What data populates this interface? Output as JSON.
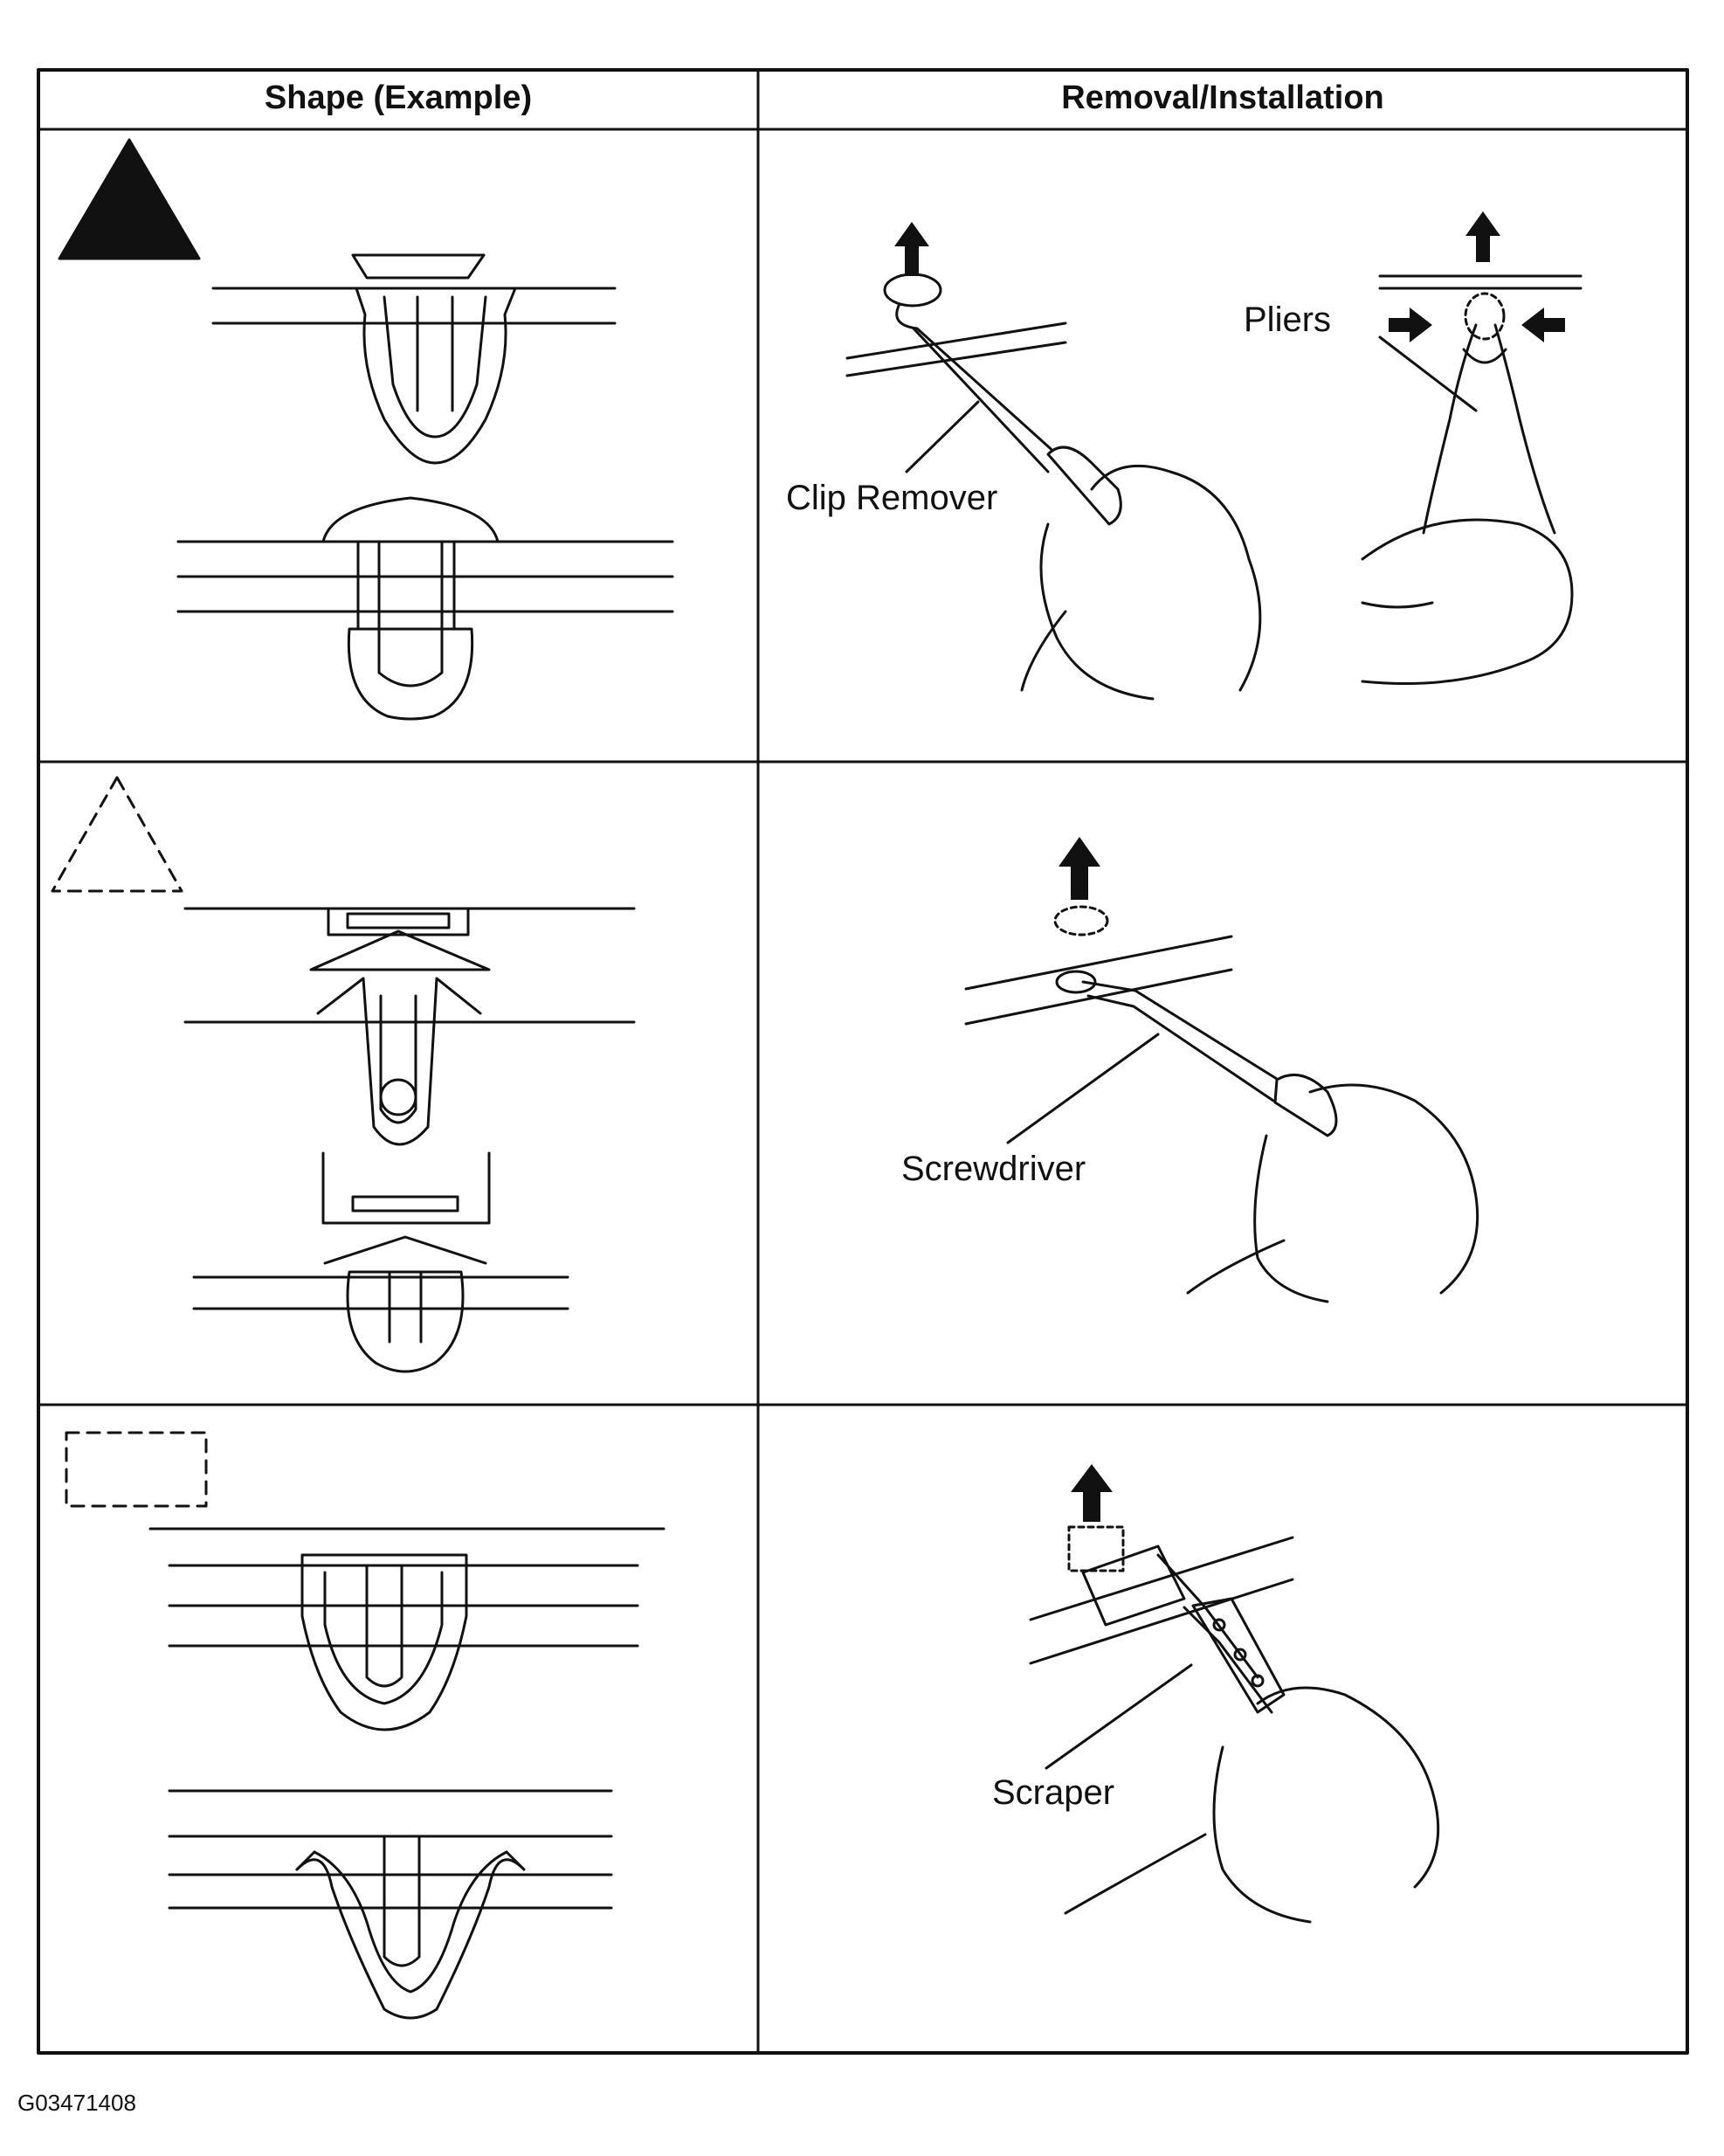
{
  "table": {
    "headers": {
      "shape": "Shape (Example)",
      "removal": "Removal/Installation"
    },
    "rows": [
      {
        "shape_marker": "solid-triangle",
        "tool_labels": [
          "Clip Remover",
          "Pliers"
        ]
      },
      {
        "shape_marker": "dashed-triangle",
        "tool_labels": [
          "Screwdriver"
        ]
      },
      {
        "shape_marker": "dashed-rectangle",
        "tool_labels": [
          "Scraper"
        ]
      }
    ]
  },
  "figure_id": "G03471408",
  "colors": {
    "ink": "#111111",
    "paper": "#ffffff"
  }
}
